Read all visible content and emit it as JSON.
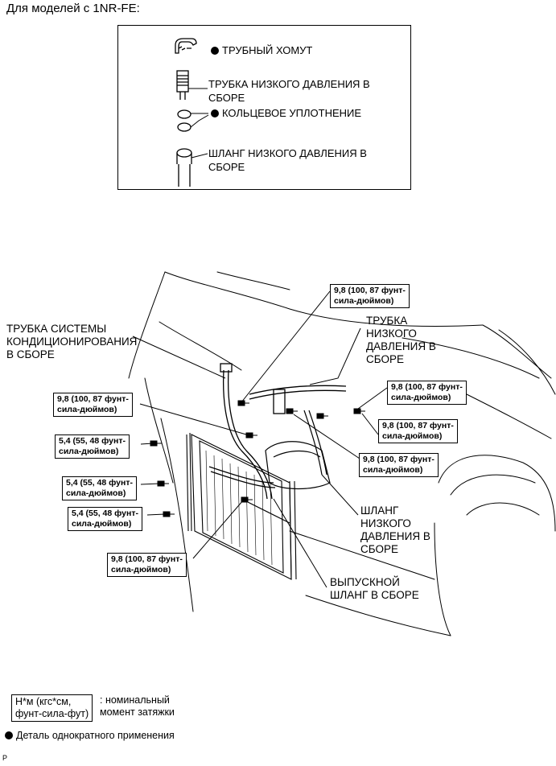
{
  "heading": "Для моделей с 1NR-FE:",
  "legend": {
    "pipe_clamp": "ТРУБНЫЙ ХОМУТ",
    "low_pressure_pipe": "ТРУБКА НИЗКОГО ДАВЛЕНИЯ В\nСБОРЕ",
    "o_ring": "КОЛЬЦЕВОЕ УПЛОТНЕНИЕ",
    "low_pressure_hose": "ШЛАНГ НИЗКОГО ДАВЛЕНИЯ В\nСБОРЕ"
  },
  "torque_98": "9,8 (100, 87 фунт-\nсила-дюймов)",
  "torque_54": "5,4 (55, 48 фунт-\nсила-дюймов)",
  "callouts": {
    "ac_tube": "ТРУБКА СИСТЕМЫ\nКОНДИЦИОНИРОВАНИЯ\nВ СБОРЕ",
    "low_pressure_pipe": "ТРУБКА\nНИЗКОГО\nДАВЛЕНИЯ В\nСБОРЕ",
    "low_pressure_hose": "ШЛАНГ\nНИЗКОГО\nДАВЛЕНИЯ В\nСБОРЕ",
    "discharge_hose": "ВЫПУСКНОЙ\nШЛАНГ В СБОРЕ"
  },
  "key": {
    "unit": "Н*м (кгс*см,\nфунт-сила-фут)",
    "unit_desc": ": номинальный\nмомент затяжки",
    "non_reusable": "Деталь однократного применения"
  },
  "corner_mark": "P"
}
